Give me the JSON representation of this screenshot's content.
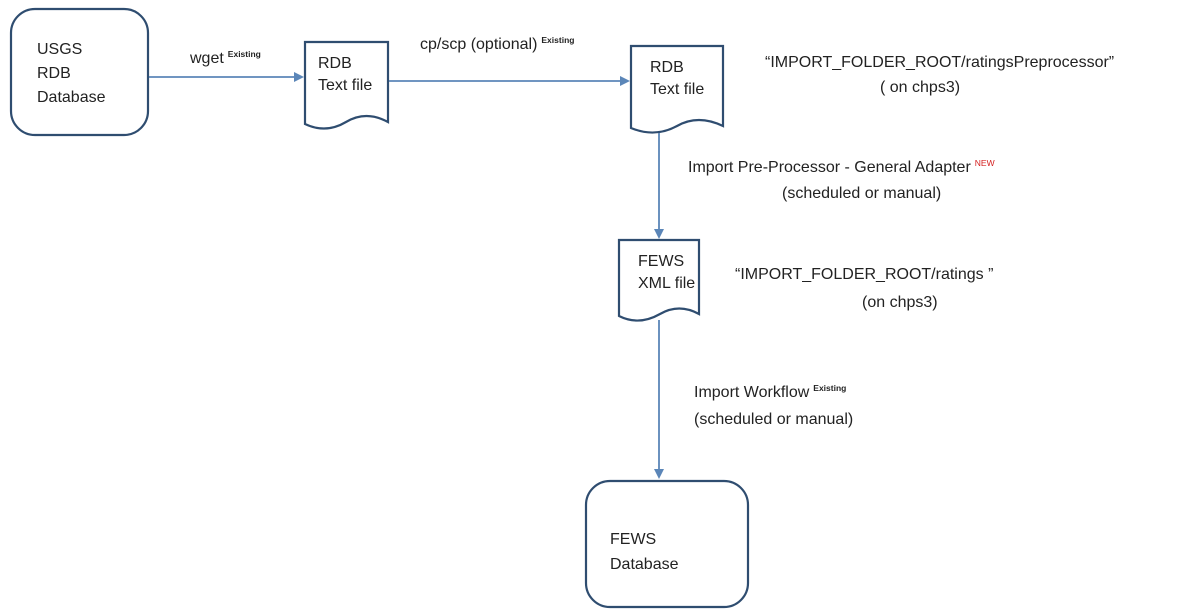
{
  "nodes": {
    "usgs_db": [
      "USGS",
      "RDB",
      "Database"
    ],
    "rdb_file_1": [
      "RDB",
      "Text file"
    ],
    "rdb_file_2": [
      "RDB",
      "Text file"
    ],
    "fews_xml": [
      "FEWS",
      "XML file"
    ],
    "fews_db": [
      "FEWS",
      "Database"
    ]
  },
  "edges": {
    "wget": {
      "label": "wget",
      "tag": "Existing"
    },
    "cp_scp": {
      "label": "cp/scp (optional)",
      "tag": "Existing"
    },
    "preprocessor": {
      "label": "Import Pre-Processor - General Adapter",
      "tag": "NEW",
      "sub": "(scheduled or manual)"
    },
    "workflow": {
      "label": "Import Workflow",
      "tag": "Existing",
      "sub": "(scheduled or manual)"
    }
  },
  "annotations": {
    "ratings_preprocessor": [
      "“IMPORT_FOLDER_ROOT/ratingsPreprocessor”",
      "( on chps3)"
    ],
    "ratings": [
      "“IMPORT_FOLDER_ROOT/ratings ”",
      "(on chps3)"
    ]
  },
  "colors": {
    "arrow": "#5b86b8",
    "outline": "#2f4d70",
    "new_tag": "#d42020"
  }
}
